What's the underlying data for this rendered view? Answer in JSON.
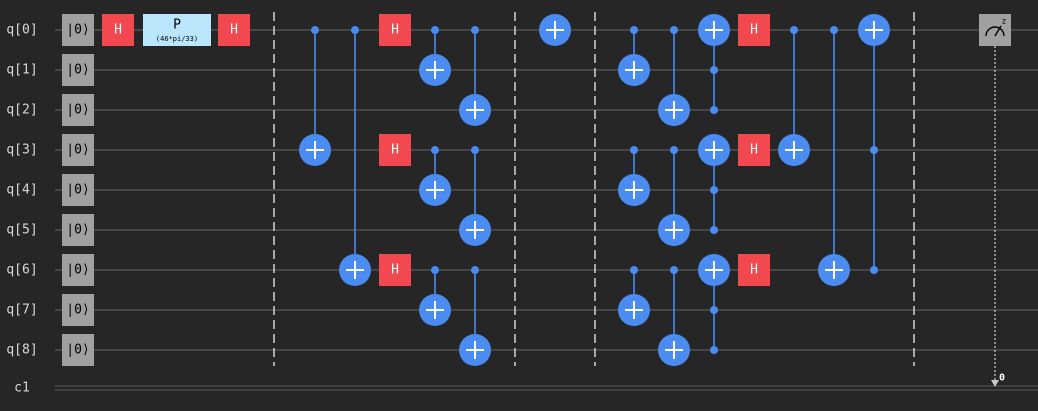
{
  "colors": {
    "background": "#262626",
    "wire": "#5a5a5a",
    "label": "#d8d8d8",
    "reset_fill": "#a0a0a0",
    "h_fill": "#f2484f",
    "p_fill": "#b9e6fb",
    "cnot": "#4a8cf2",
    "barrier": "#e0e0e0",
    "measure_fill": "#a0a0a0"
  },
  "qubits": [
    "q[0]",
    "q[1]",
    "q[2]",
    "q[3]",
    "q[4]",
    "q[5]",
    "q[6]",
    "q[7]",
    "q[8]"
  ],
  "clbits": [
    "c1"
  ],
  "reset_label": "|0⟩",
  "h_label": "H",
  "measure_basis_label": "z",
  "measure_bit_index": "0",
  "gates": [
    {
      "type": "reset",
      "col": 0,
      "qubits": [
        0,
        1,
        2,
        3,
        4,
        5,
        6,
        7,
        8
      ]
    },
    {
      "type": "h",
      "col": 1,
      "qubit": 0
    },
    {
      "type": "p",
      "col": 2,
      "qubit": 0,
      "label": "P",
      "param": "(46*pi/33)"
    },
    {
      "type": "h",
      "col": 3,
      "qubit": 0
    },
    {
      "type": "barrier",
      "col": 4
    },
    {
      "type": "cx",
      "col": 5,
      "controls": [
        0
      ],
      "target": 3
    },
    {
      "type": "cx",
      "col": 6,
      "controls": [
        0
      ],
      "target": 6
    },
    {
      "type": "h",
      "col": 7,
      "qubit": 0
    },
    {
      "type": "h",
      "col": 7,
      "qubit": 3
    },
    {
      "type": "h",
      "col": 7,
      "qubit": 6
    },
    {
      "type": "cx",
      "col": 8,
      "controls": [
        0
      ],
      "target": 1
    },
    {
      "type": "cx",
      "col": 8,
      "controls": [
        3
      ],
      "target": 4
    },
    {
      "type": "cx",
      "col": 8,
      "controls": [
        6
      ],
      "target": 7
    },
    {
      "type": "cx",
      "col": 9,
      "controls": [
        0
      ],
      "target": 2
    },
    {
      "type": "cx",
      "col": 9,
      "controls": [
        3
      ],
      "target": 5
    },
    {
      "type": "cx",
      "col": 9,
      "controls": [
        6
      ],
      "target": 8
    },
    {
      "type": "barrier",
      "col": 10
    },
    {
      "type": "x",
      "col": 11,
      "qubit": 0
    },
    {
      "type": "barrier",
      "col": 12
    },
    {
      "type": "cx",
      "col": 13,
      "controls": [
        0
      ],
      "target": 1
    },
    {
      "type": "cx",
      "col": 13,
      "controls": [
        3
      ],
      "target": 4
    },
    {
      "type": "cx",
      "col": 13,
      "controls": [
        6
      ],
      "target": 7
    },
    {
      "type": "cx",
      "col": 14,
      "controls": [
        0
      ],
      "target": 2
    },
    {
      "type": "cx",
      "col": 14,
      "controls": [
        3
      ],
      "target": 5
    },
    {
      "type": "cx",
      "col": 14,
      "controls": [
        6
      ],
      "target": 8
    },
    {
      "type": "cx",
      "col": 15,
      "controls": [
        1,
        2
      ],
      "target": 0
    },
    {
      "type": "cx",
      "col": 15,
      "controls": [
        4,
        5
      ],
      "target": 3
    },
    {
      "type": "cx",
      "col": 15,
      "controls": [
        7,
        8
      ],
      "target": 6
    },
    {
      "type": "h",
      "col": 16,
      "qubit": 0
    },
    {
      "type": "h",
      "col": 16,
      "qubit": 3
    },
    {
      "type": "h",
      "col": 16,
      "qubit": 6
    },
    {
      "type": "cx",
      "col": 17,
      "controls": [
        0
      ],
      "target": 3
    },
    {
      "type": "cx",
      "col": 18,
      "controls": [
        0
      ],
      "target": 6
    },
    {
      "type": "cx",
      "col": 19,
      "controls": [
        3,
        6
      ],
      "target": 0
    },
    {
      "type": "barrier",
      "col": 20
    },
    {
      "type": "measure",
      "col": 21,
      "qubit": 0,
      "clbit": 0
    }
  ]
}
